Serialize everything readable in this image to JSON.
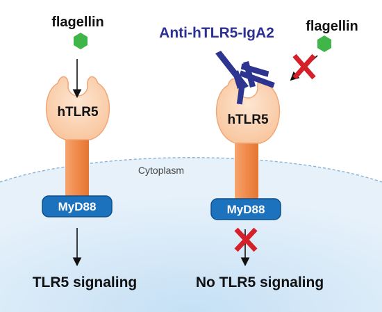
{
  "labels": {
    "flagellin_left": "flagellin",
    "flagellin_right": "flagellin",
    "antibody": "Anti-hTLR5-IgA2",
    "receptor_left": "hTLR5",
    "receptor_right": "hTLR5",
    "cytoplasm": "Cytoplasm",
    "myd88_left": "MyD88",
    "myd88_right": "MyD88",
    "outcome_left": "TLR5 signaling",
    "outcome_right": "No TLR5 signaling"
  },
  "colors": {
    "flagellin": "#3fb54a",
    "receptor_light": "#fbd6b8",
    "receptor_stroke": "#e98a52",
    "stalk": "#f08a4b",
    "myd88_fill": "#1c72bd",
    "myd88_stroke": "#0f4f8a",
    "antibody": "#2d3590",
    "antibody_text": "#2e3192",
    "block_x": "#d42029",
    "cytoplasm_fill": "#dcecf8",
    "membrane_dash": "#88b2d6"
  }
}
